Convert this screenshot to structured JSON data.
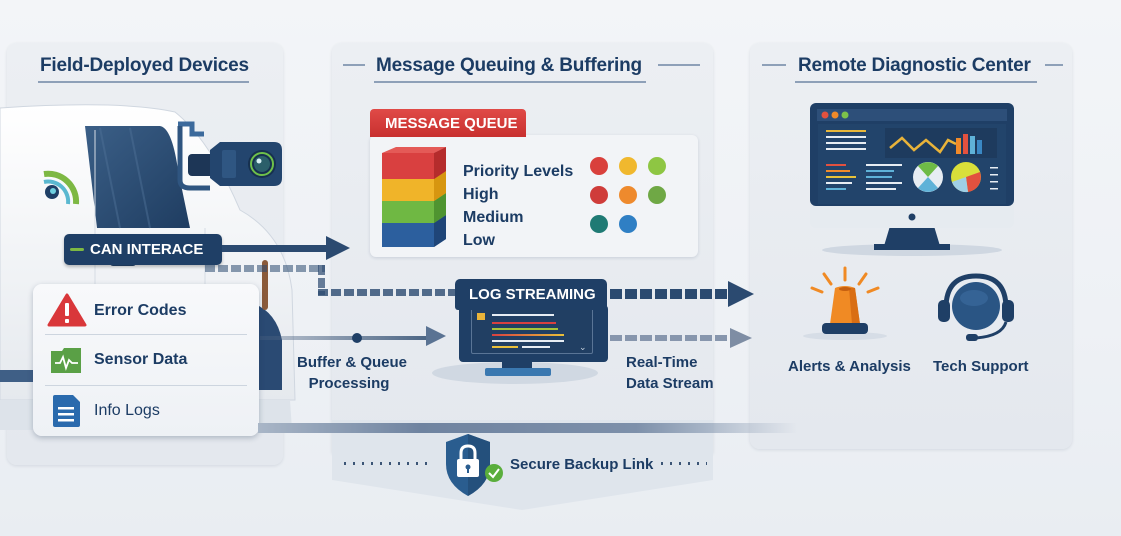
{
  "sections": {
    "field": {
      "title": "Field-Deployed Devices",
      "can_label": "CAN INTERACE",
      "data_types": [
        {
          "label": "Error Codes",
          "icon": "warning-triangle-icon",
          "color": "#d9373a"
        },
        {
          "label": "Sensor Data",
          "icon": "sensor-chart-folder-icon",
          "color": "#5aa046"
        },
        {
          "label": "Info Logs",
          "icon": "document-icon",
          "color": "#2a6aad"
        }
      ]
    },
    "queue": {
      "title": "Message Queuing & Buffering",
      "queue_badge": "MESSAGE QUEUE",
      "priority_labels": [
        "Priority Levels",
        "High",
        "Medium",
        "Low"
      ],
      "stack_colors": [
        "#d94040",
        "#f0b429",
        "#6fb843",
        "#2c5f9e"
      ],
      "priority_dots": [
        [
          "#d9403c",
          "#f0b82e",
          "#8ec643"
        ],
        [
          "#cf3c3a",
          "#ee8a2d",
          "#6fa845"
        ],
        [
          "#1f7a74",
          "#2f7fc4"
        ]
      ],
      "log_streaming_label": "LOG STREAMING",
      "buffer_label_line1": "Buffer & Queue",
      "buffer_label_line2": "Processing",
      "realtime_label_line1": "Real-Time",
      "realtime_label_line2": "Data Stream",
      "secure_label": "Secure Backup Link"
    },
    "remote": {
      "title": "Remote Diagnostic Center",
      "alerts_label": "Alerts & Analysis",
      "support_label": "Tech Support"
    }
  },
  "colors": {
    "navy": "#1f3f66",
    "accent_red": "#d43c3c",
    "alert_orange": "#f08a24",
    "check_green": "#5aae3c"
  }
}
